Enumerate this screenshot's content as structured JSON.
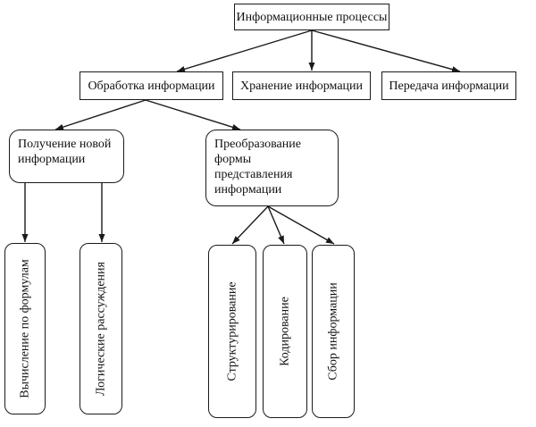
{
  "diagram": {
    "root": {
      "label": "Информационные процессы"
    },
    "level1": {
      "processing": {
        "label": "Обработка информации"
      },
      "storage": {
        "label": "Хранение информации"
      },
      "transfer": {
        "label": "Передача информации"
      }
    },
    "level2": {
      "obtaining": {
        "label": "Получение новой\nинформации"
      },
      "transform": {
        "label": "Преобразование\nформы\nпредставления\nинформации"
      }
    },
    "leaves": {
      "formula": {
        "label": "Вычисление по формулам"
      },
      "reasoning": {
        "label": "Логические рассуждения"
      },
      "structuring": {
        "label": "Структурирование"
      },
      "coding": {
        "label": "Кодирование"
      },
      "collection": {
        "label": "Сбор информации"
      }
    }
  },
  "colors": {
    "line": "#1a1a1a",
    "background": "#ffffff"
  }
}
